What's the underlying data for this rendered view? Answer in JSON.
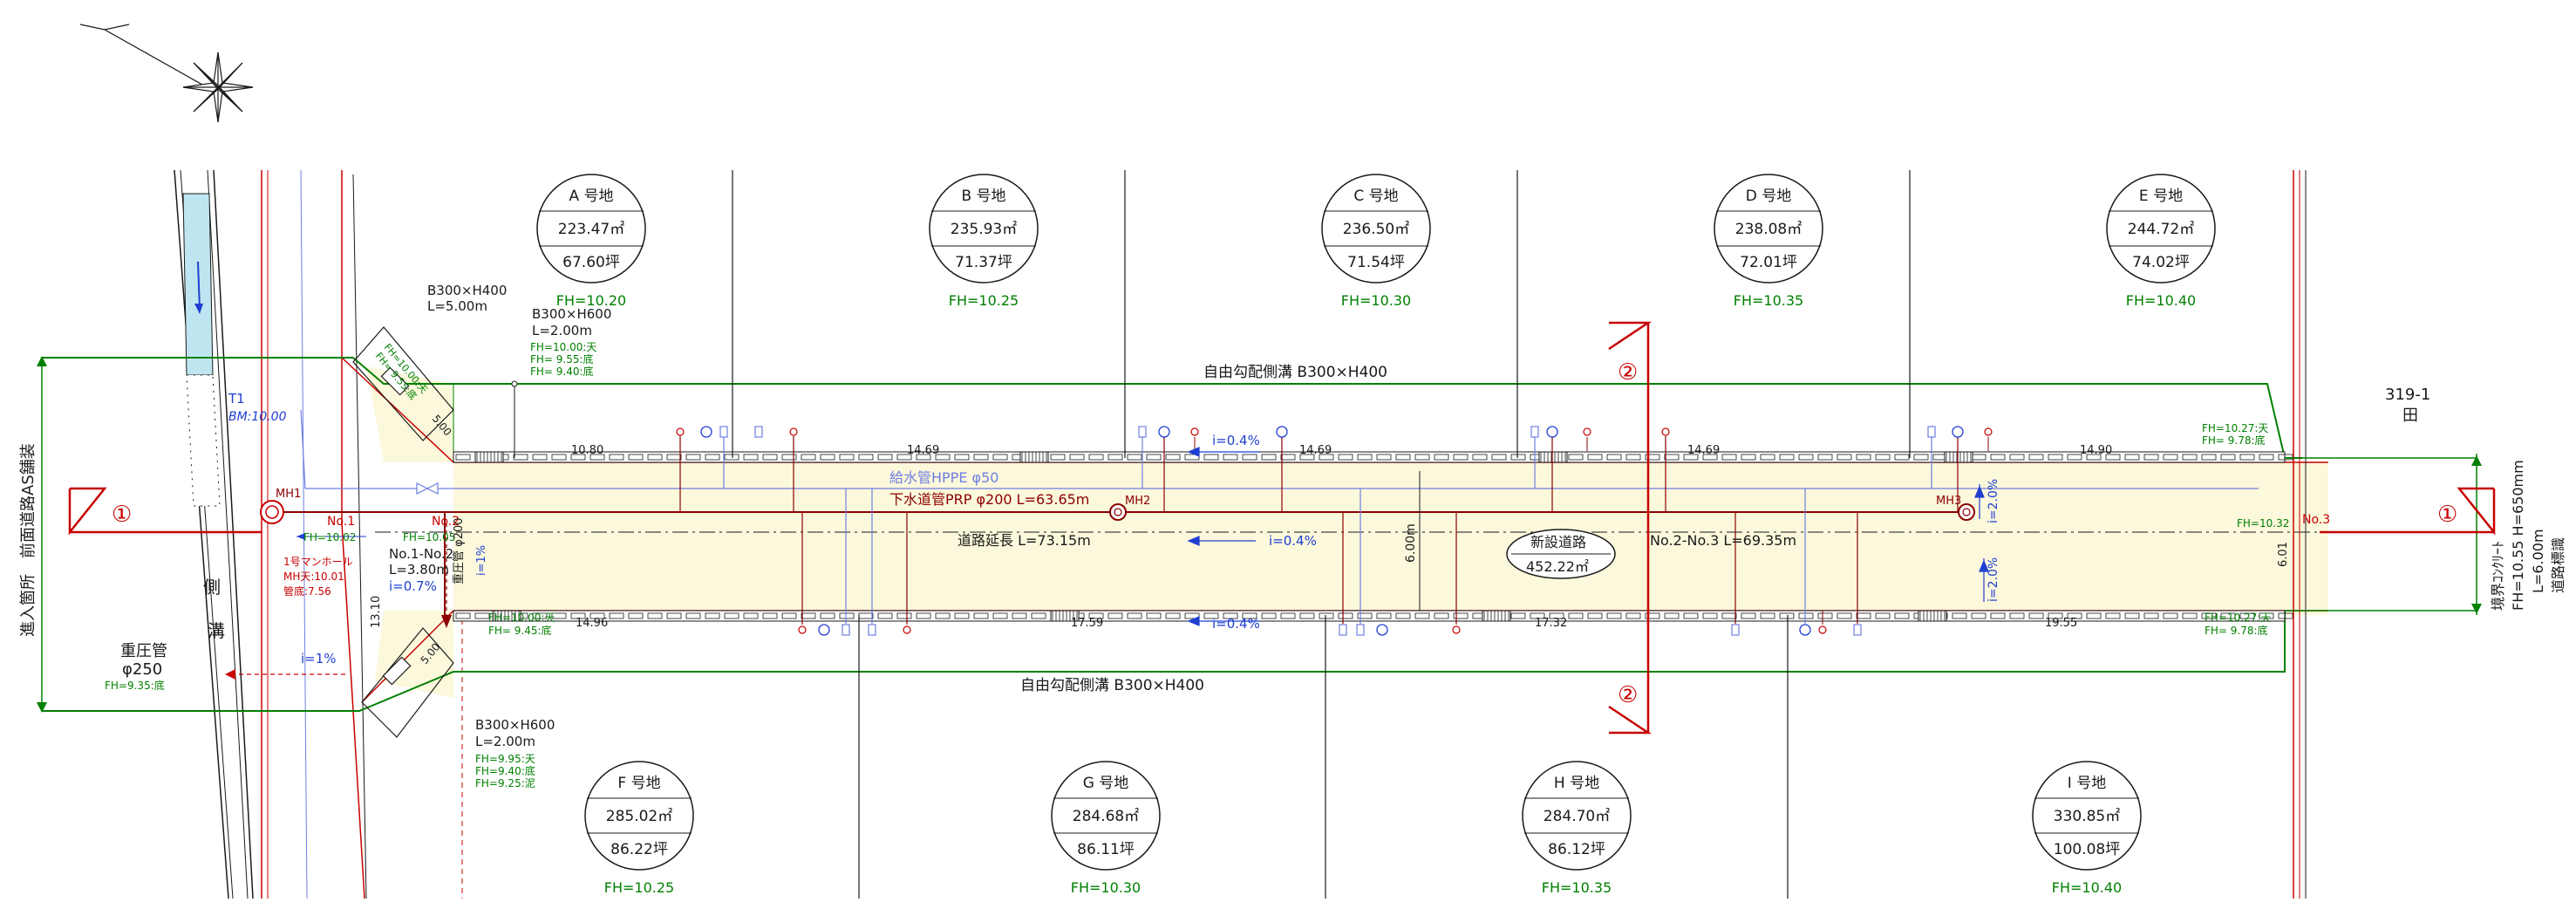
{
  "colors": {
    "black": "#1a1a1a",
    "red": "#c80000",
    "green": "#008000",
    "blue": "#1f3fd0",
    "lightblue": "#6f7fe0",
    "darkred": "#8b0000",
    "road_fill": "#fbf8dc",
    "channel_fill": "#bfe6f0"
  },
  "lots": {
    "A": {
      "name": "A 号地",
      "area": "223.47㎡",
      "tsubo": "67.60坪",
      "fh": "FH=10.20"
    },
    "B": {
      "name": "B 号地",
      "area": "235.93㎡",
      "tsubo": "71.37坪",
      "fh": "FH=10.25"
    },
    "C": {
      "name": "C 号地",
      "area": "236.50㎡",
      "tsubo": "71.54坪",
      "fh": "FH=10.30"
    },
    "D": {
      "name": "D 号地",
      "area": "238.08㎡",
      "tsubo": "72.01坪",
      "fh": "FH=10.35"
    },
    "E": {
      "name": "E 号地",
      "area": "244.72㎡",
      "tsubo": "74.02坪",
      "fh": "FH=10.40"
    },
    "F": {
      "name": "F 号地",
      "area": "285.02㎡",
      "tsubo": "86.22坪",
      "fh": "FH=10.25"
    },
    "G": {
      "name": "G 号地",
      "area": "284.68㎡",
      "tsubo": "86.11坪",
      "fh": "FH=10.30"
    },
    "H": {
      "name": "H 号地",
      "area": "284.70㎡",
      "tsubo": "86.12坪",
      "fh": "FH=10.35"
    },
    "I": {
      "name": "I 号地",
      "area": "330.85㎡",
      "tsubo": "100.08坪",
      "fh": "FH=10.40"
    }
  },
  "road": {
    "title": "新設道路",
    "area": "452.22㎡",
    "length_total": "道路延長 L=73.15m",
    "length_2_3": "No.2-No.3 L=69.35m",
    "length_1_2_title": "No.1-No.2",
    "length_1_2": "L=3.80m",
    "slope_1_2": "i=0.7%",
    "width_center": "6.00m",
    "width_right": "6.01",
    "width_left": "13.10",
    "slope_top": "i=0.4%",
    "slope_mid": "i=0.4%",
    "slope_bottom": "i=0.4%",
    "cross_slope_top": "i=2.0%",
    "cross_slope_bottom": "i=2.0%"
  },
  "stations": {
    "no1": "No.1",
    "no2": "No.2",
    "no3": "No.3"
  },
  "manholes": {
    "mh1": "MH1",
    "mh2": "MH2",
    "mh3": "MH3",
    "mh1_title": "1号マンホール",
    "mh1_top": "MH天:10.01",
    "mh1_bottom": "管底:7.56",
    "mh1_fh": "FH=10.02",
    "no2_fh": "FH=10.05",
    "no3_fh": "FH=10.32"
  },
  "pipes": {
    "water": "給水管HPPE φ50",
    "sewer": "下水道管PRP φ200 L=63.65m",
    "pressure_v": "重圧管 φ200",
    "pressure_title": "重圧管",
    "pressure_size": "φ250",
    "pressure_fh": "FH=9.35:底",
    "pressure_slope": "i=1%",
    "sewer_slope_v": "i=1%"
  },
  "gutters": {
    "top_label": "自由勾配側溝 B300×H400",
    "bottom_label": "自由勾配側溝 B300×H400",
    "top_segments": [
      "10.80",
      "14.69",
      "14.69",
      "14.69",
      "14.90"
    ],
    "bottom_segments": [
      "14.96",
      "17.59",
      "17.32",
      "19.55"
    ],
    "ul_title": "B300×H400",
    "ul_len": "L=5.00m",
    "ul_fh1": "FH=10.00:天",
    "ul_fh2": "FH= 9.55:底",
    "ur_title": "B300×H600",
    "ur_len": "L=2.00m",
    "ur_fh1": "FH=10.00:天",
    "ur_fh2": "FH= 9.55:底",
    "ur_fh3": "FH= 9.40:底",
    "diag_top": "5.00",
    "diag_bottom": "5.00",
    "ll_fh1": "FH=10.00:天",
    "ll_fh2": "FH= 9.45:底",
    "lb_title": "B300×H600",
    "lb_len": "L=2.00m",
    "lb_fh1": "FH=9.95:天",
    "lb_fh2": "FH=9.40:底",
    "lb_fh3": "FH=9.25:泥",
    "tr_fh1": "FH=10.27:天",
    "tr_fh2": "FH= 9.78:底",
    "br_fh1": "FH=10.27:天",
    "br_fh2": "FH= 9.78:底"
  },
  "left_side": {
    "entry": "進入箇所　前面道路AS舗装",
    "gutter_char1": "側",
    "gutter_char2": "溝",
    "bm_title": "T1",
    "bm_value": "BM:10.00"
  },
  "right_side": {
    "parcel": "319-1",
    "parcel_use": "田",
    "boundary1": "境界ｺﾝｸﾘｰﾄ",
    "boundary2": "FH=10.55 H=650mm",
    "boundary3": "L=6.00m",
    "boundary4": "道路標識"
  },
  "sections": {
    "one": "①",
    "two": "②"
  }
}
